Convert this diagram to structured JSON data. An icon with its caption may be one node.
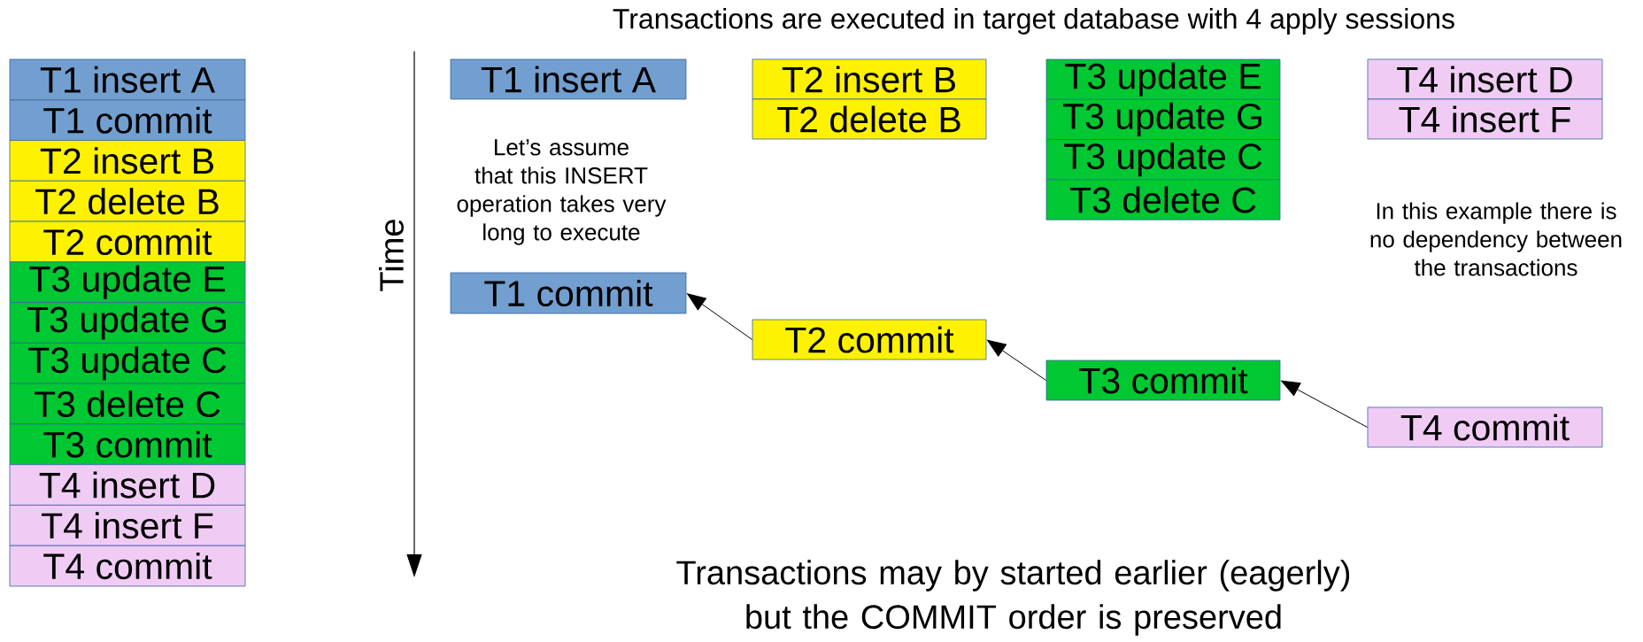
{
  "diagram": {
    "title": "Transactions are executed in target database with 4 apply sessions",
    "caption": "Transactions may by started earlier (eagerly) but the COMMIT order is preserved",
    "nodes": [
      {
        "text": [
          "T1 insert A"
        ]
      },
      {
        "text": [
          "T1 commit"
        ]
      },
      {
        "text": [
          "T2 insert B"
        ]
      },
      {
        "text": [
          "T2 delete B"
        ]
      },
      {
        "text": [
          "T2 commit"
        ]
      },
      {
        "text": [
          "T3 update E"
        ]
      },
      {
        "text": [
          "T3 update G"
        ]
      },
      {
        "text": [
          "T3 update C"
        ]
      },
      {
        "text": [
          "T3 delete C"
        ]
      },
      {
        "text": [
          "T3 commit"
        ]
      },
      {
        "text": [
          "T4 insert D"
        ]
      },
      {
        "text": [
          "T4 insert F"
        ]
      },
      {
        "text": [
          "T4 commit"
        ]
      },
      {
        "text": [
          "T1 insert A"
        ]
      },
      {
        "text": [
          "T2 insert B"
        ]
      },
      {
        "text": [
          "T2 delete B"
        ]
      },
      {
        "text": [
          "T3 update E"
        ]
      },
      {
        "text": [
          "T3 update G"
        ]
      },
      {
        "text": [
          "T3 update C"
        ]
      },
      {
        "text": [
          "T3 delete C"
        ]
      },
      {
        "text": [
          "T4 insert D"
        ]
      },
      {
        "text": [
          "T4 insert F"
        ]
      },
      {
        "text": [
          "T1 commit"
        ]
      },
      {
        "text": [
          "T2 commit"
        ]
      },
      {
        "text": [
          "T3 commit"
        ]
      },
      {
        "text": [
          "T4 commit"
        ]
      }
    ],
    "edges": [
      {
        "from": 23,
        "to": 22,
        "arrow": "to"
      },
      {
        "from": 24,
        "to": 23,
        "arrow": "to"
      },
      {
        "from": 25,
        "to": 24,
        "arrow": "to"
      }
    ],
    "labels": [
      "Time",
      "Let’s assume that this INSERT operation takes very long to execute",
      "In this example there is no dependency between the transactions"
    ]
  }
}
